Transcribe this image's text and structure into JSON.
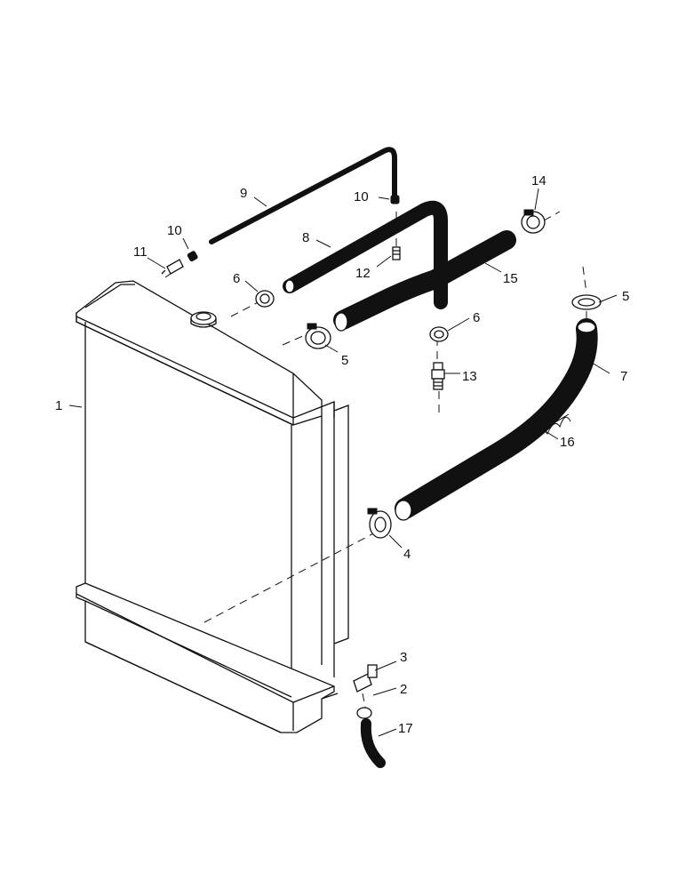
{
  "callouts": {
    "c1": "1",
    "c2": "2",
    "c3": "3",
    "c4": "4",
    "c5a": "5",
    "c5b": "5",
    "c6a": "6",
    "c6b": "6",
    "c7": "7",
    "c8": "8",
    "c9": "9",
    "c10a": "10",
    "c10b": "10",
    "c11": "11",
    "c12": "12",
    "c13": "13",
    "c14": "14",
    "c15": "15",
    "c16": "16",
    "c17": "17"
  }
}
